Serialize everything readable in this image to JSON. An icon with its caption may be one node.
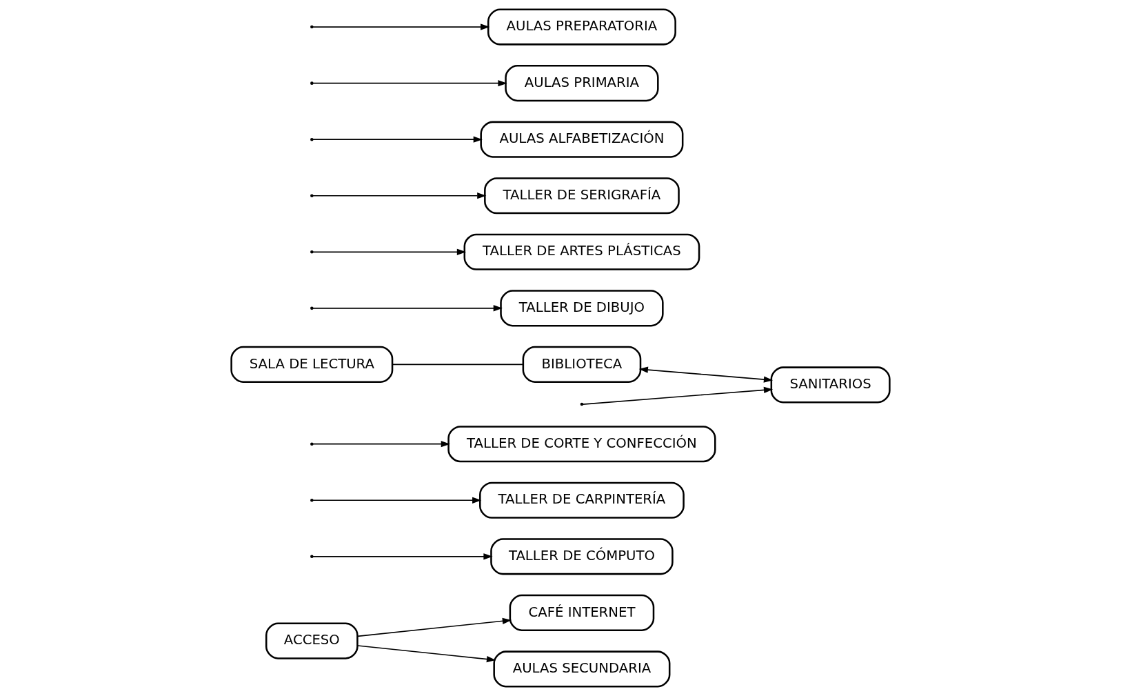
{
  "diagram": {
    "nodes": [
      {
        "text": [
          "ACCESO"
        ]
      },
      {
        "text": [
          "TALLER DE CÓMPUTO"
        ]
      },
      {
        "text": [
          "CAFÉ INTERNET"
        ]
      },
      {
        "text": [
          "TALLER DE CARPINTERÍA"
        ]
      },
      {
        "text": [
          "TALLER DE CORTE Y CONFECCIÓN"
        ]
      },
      {
        "text": [
          "SALA DE LECTURA"
        ]
      },
      {
        "text": [
          "BIBLIOTECA"
        ]
      },
      {
        "text": [
          "SANITARIOS"
        ]
      },
      {
        "text": [
          "TALLER DE DIBUJO"
        ]
      },
      {
        "text": [
          "TALLER DE ARTES PLÁSTICAS"
        ]
      },
      {
        "text": [
          "TALLER DE SERIGRAFÍA"
        ]
      },
      {
        "text": [
          "AULAS ALFABETIZACIÓN"
        ]
      },
      {
        "text": [
          "AULAS PRIMARIA"
        ]
      },
      {
        "text": [
          "AULAS SECUNDARIA"
        ]
      },
      {
        "text": [
          "AULAS PREPARATORIA"
        ]
      }
    ],
    "edges": [
      {
        "from": 0,
        "to": 2,
        "arrow": "to"
      },
      {
        "from": 0,
        "to": 13,
        "arrow": "to"
      },
      {
        "from": 5,
        "to": 6,
        "arrow": "none"
      },
      {
        "from": 6,
        "to": 7,
        "arrow": "both"
      },
      {
        "from": null,
        "to": 1,
        "arrow": "to"
      },
      {
        "from": null,
        "to": 3,
        "arrow": "to"
      },
      {
        "from": null,
        "to": 4,
        "arrow": "to"
      },
      {
        "from": null,
        "to": 7,
        "arrow": "to"
      },
      {
        "from": null,
        "to": 8,
        "arrow": "to"
      },
      {
        "from": null,
        "to": 9,
        "arrow": "to"
      },
      {
        "from": null,
        "to": 14,
        "arrow": "to"
      },
      {
        "from": null,
        "to": 11,
        "arrow": "to"
      },
      {
        "from": null,
        "to": 12,
        "arrow": "to"
      },
      {
        "from": null,
        "to": 10,
        "arrow": "to"
      }
    ]
  }
}
